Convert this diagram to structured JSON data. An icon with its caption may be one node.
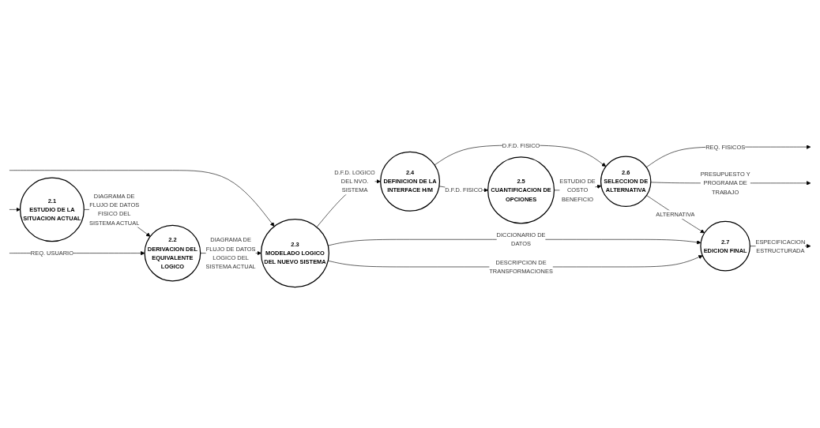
{
  "diagram": {
    "nodes": [
      {
        "text": [
          "2.1",
          "ESTUDIO DE LA SITUACION ACTUAL"
        ]
      },
      {
        "text": [
          "2.2",
          "DERIVACION DEL EQUIVALENTE LOGICO"
        ]
      },
      {
        "text": [
          "2.3",
          "MODELADO LOGICO DEL NUEVO SISTEMA"
        ]
      },
      {
        "text": [
          "2.4",
          "DEFINICION DE LA INTERFACE H/M"
        ]
      },
      {
        "text": [
          "2.5",
          "CUANTIFICACION DE OPCIONES"
        ]
      },
      {
        "text": [
          "2.6",
          "SELECCION DE ALTERNATIVA"
        ]
      },
      {
        "text": [
          "2.7",
          "EDICION FINAL"
        ]
      }
    ],
    "edges": [
      {
        "from": null,
        "to": 0,
        "arrow": "to"
      },
      {
        "from": 0,
        "to": 1,
        "arrow": "to",
        "label": "DIAGRAMA DE FLUJO DE DATOS FISICO DEL SISTEMA ACTUAL"
      },
      {
        "from": null,
        "to": 1,
        "arrow": "to",
        "label": "REQ. USUARIO"
      },
      {
        "from": null,
        "to": 2,
        "arrow": "to"
      },
      {
        "from": 1,
        "to": 2,
        "arrow": "to",
        "label": "DIAGRAMA DE FLUJO DE DATOS LOGICO DEL SISTEMA ACTUAL"
      },
      {
        "from": 2,
        "to": 3,
        "arrow": "to",
        "label": "D.F.D. LOGICO DEL NVO. SISTEMA"
      },
      {
        "from": 3,
        "to": 4,
        "arrow": "to",
        "label": "D.F.D. FISICO"
      },
      {
        "from": 3,
        "to": 5,
        "arrow": "to",
        "label": "D.F.D. FISICO"
      },
      {
        "from": 4,
        "to": 5,
        "arrow": "to",
        "label": "ESTUDIO DE COSTO BENEFICIO"
      },
      {
        "from": 5,
        "to": null,
        "arrow": "to",
        "label": "REQ. FISICOS"
      },
      {
        "from": 5,
        "to": null,
        "arrow": "to",
        "label": "PRESUPUESTO Y PROGRAMA DE TRABAJO"
      },
      {
        "from": 5,
        "to": 6,
        "arrow": "to",
        "label": "ALTERNATIVA"
      },
      {
        "from": 2,
        "to": 6,
        "arrow": "to",
        "label": "DICCIONARIO DE DATOS"
      },
      {
        "from": 2,
        "to": 6,
        "arrow": "to",
        "label": "DESCRIPCION DE TRANSFORMACIONES"
      },
      {
        "from": 6,
        "to": null,
        "arrow": "to",
        "label": "ESPECIFICACION ESTRUCTURADA"
      }
    ]
  }
}
